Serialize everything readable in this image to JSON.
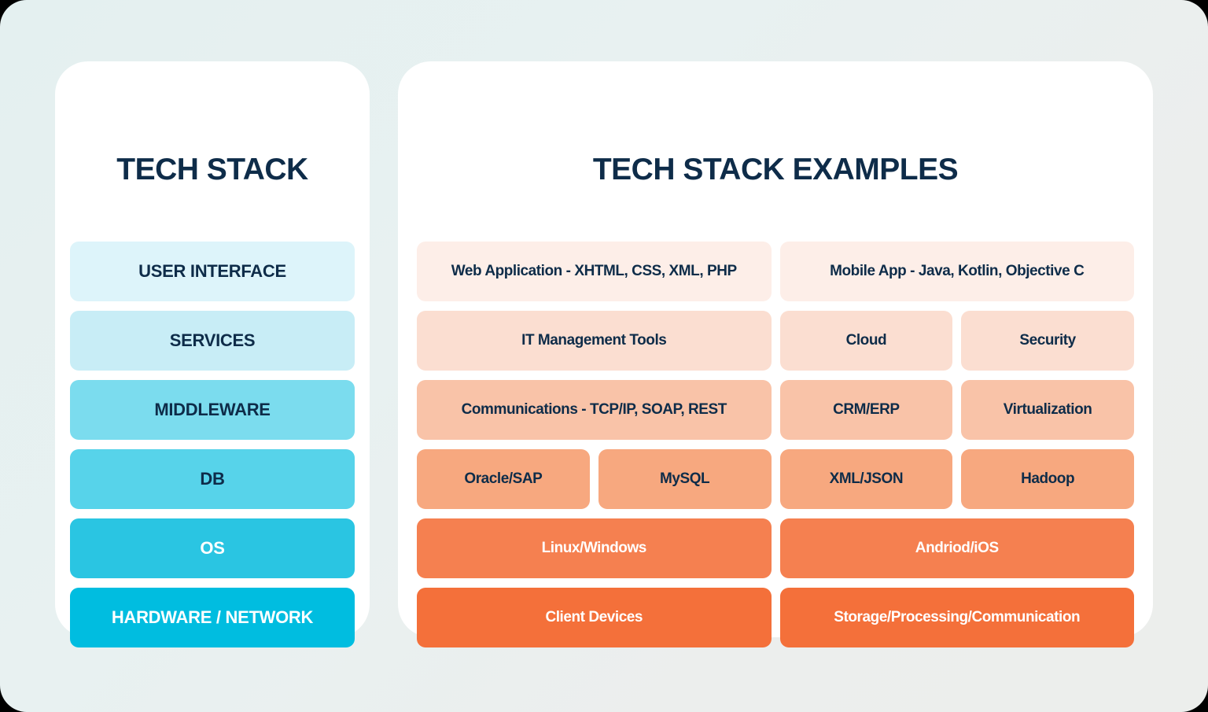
{
  "chart_data": {
    "type": "table",
    "title": "Tech Stack / Tech Stack Examples",
    "left_column_header": "TECH STACK",
    "right_column_header": "TECH STACK EXAMPLES",
    "layers": [
      {
        "layer": "USER INTERFACE",
        "layer_color": "#ddf4fa",
        "examples": [
          "Web Application - XHTML, CSS, XML, PHP",
          "Mobile App - Java, Kotlin, Objective C"
        ],
        "example_color": "#fdeee8"
      },
      {
        "layer": "SERVICES",
        "layer_color": "#c8edf6",
        "examples": [
          "IT Management Tools",
          "Cloud",
          "Security"
        ],
        "example_color": "#fbded1"
      },
      {
        "layer": "MIDDLEWARE",
        "layer_color": "#7bdcee",
        "examples": [
          "Communications - TCP/IP, SOAP, REST",
          "CRM/ERP",
          "Virtualization"
        ],
        "example_color": "#f9c3a8"
      },
      {
        "layer": "DB",
        "layer_color": "#57d3ea",
        "examples": [
          "Oracle/SAP",
          "MySQL",
          "XML/JSON",
          "Hadoop"
        ],
        "example_color": "#f7a87f"
      },
      {
        "layer": "OS",
        "layer_color": "#2ac5e2",
        "examples": [
          "Linux/Windows",
          "Andriod/iOS"
        ],
        "example_color": "#f58050"
      },
      {
        "layer": "HARDWARE / NETWORK",
        "layer_color": "#00bde0",
        "examples": [
          "Client Devices",
          "Storage/Processing/Communication"
        ],
        "example_color": "#f4703a"
      }
    ]
  },
  "theme": {
    "background_gradient_start": "#e4f0f0",
    "background_gradient_end": "#eceeec",
    "panel_background": "#ffffff",
    "text_dark": "#0e2c49",
    "text_light": "#ffffff"
  },
  "left_panel": {
    "title": "TECH STACK",
    "rows": [
      {
        "label": "USER INTERFACE",
        "bg": "#ddf4fa",
        "text": "#0e2c49"
      },
      {
        "label": "SERVICES",
        "bg": "#c8edf6",
        "text": "#0e2c49"
      },
      {
        "label": "MIDDLEWARE",
        "bg": "#7bdcee",
        "text": "#0e2c49"
      },
      {
        "label": "DB",
        "bg": "#57d3ea",
        "text": "#0e2c49"
      },
      {
        "label": "OS",
        "bg": "#2ac5e2",
        "text": "#ffffff"
      },
      {
        "label": "HARDWARE / NETWORK",
        "bg": "#00bde0",
        "text": "#ffffff"
      }
    ]
  },
  "right_panel": {
    "title": "TECH STACK EXAMPLES",
    "rows": [
      {
        "bg": "#fdeee8",
        "text": "#0e2c49",
        "left_cells": [
          {
            "label": "Web Application - XHTML, CSS, XML, PHP"
          }
        ],
        "right_cells": [
          {
            "label": "Mobile App - Java, Kotlin, Objective C"
          }
        ]
      },
      {
        "bg": "#fbded1",
        "text": "#0e2c49",
        "left_cells": [
          {
            "label": "IT Management Tools"
          }
        ],
        "right_cells": [
          {
            "label": "Cloud"
          },
          {
            "label": "Security"
          }
        ]
      },
      {
        "bg": "#f9c3a8",
        "text": "#0e2c49",
        "left_cells": [
          {
            "label": "Communications - TCP/IP, SOAP, REST"
          }
        ],
        "right_cells": [
          {
            "label": "CRM/ERP"
          },
          {
            "label": "Virtualization"
          }
        ]
      },
      {
        "bg": "#f7a87f",
        "text": "#0e2c49",
        "left_cells": [
          {
            "label": "Oracle/SAP"
          },
          {
            "label": "MySQL"
          }
        ],
        "right_cells": [
          {
            "label": "XML/JSON"
          },
          {
            "label": "Hadoop"
          }
        ]
      },
      {
        "bg": "#f58050",
        "text": "#ffffff",
        "left_cells": [
          {
            "label": "Linux/Windows"
          }
        ],
        "right_cells": [
          {
            "label": "Andriod/iOS"
          }
        ]
      },
      {
        "bg": "#f4703a",
        "text": "#ffffff",
        "left_cells": [
          {
            "label": "Client Devices"
          }
        ],
        "right_cells": [
          {
            "label": "Storage/Processing/Communication"
          }
        ]
      }
    ]
  }
}
